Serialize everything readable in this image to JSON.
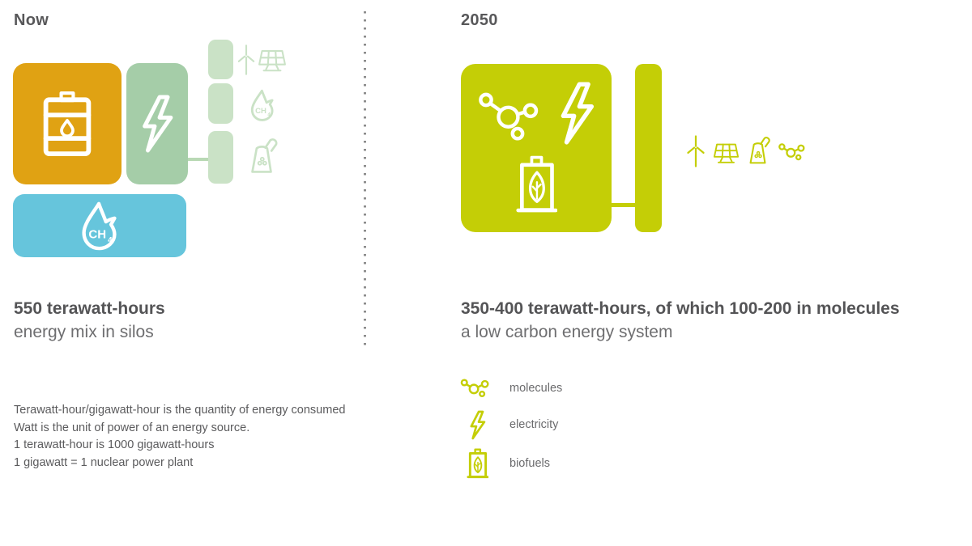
{
  "now": {
    "title": "Now",
    "stat_title": "550 terawatt-hours",
    "stat_subtitle": "energy mix in silos",
    "methane_formula": {
      "base": "CH",
      "sub": "4"
    }
  },
  "future": {
    "title": "2050",
    "stat_title": "350-400 terawatt-hours, of which 100-200 in molecules",
    "stat_subtitle": "a low carbon energy system",
    "legend": [
      {
        "icon": "molecules-icon",
        "label": "molecules"
      },
      {
        "icon": "electricity-icon",
        "label": "electricity"
      },
      {
        "icon": "biofuels-icon",
        "label": "biofuels"
      }
    ]
  },
  "footnote": {
    "line1": "Terawatt-hour/gigawatt-hour is the quantity of energy consumed",
    "line2": "Watt is the unit of power of an energy source.",
    "line3": "1 terawatt-hour is 1000 gigawatt-hours",
    "line4": "1 gigawatt = 1 nuclear power plant"
  },
  "colors": {
    "oil_orange": "#E0A213",
    "electricity_sage": "#A5CDA8",
    "pale_green": "#CAE2C6",
    "methane_blue": "#66C5DC",
    "lime": "#C4CE06",
    "heading_gray": "#58585A",
    "body_gray": "#6E6E70"
  }
}
